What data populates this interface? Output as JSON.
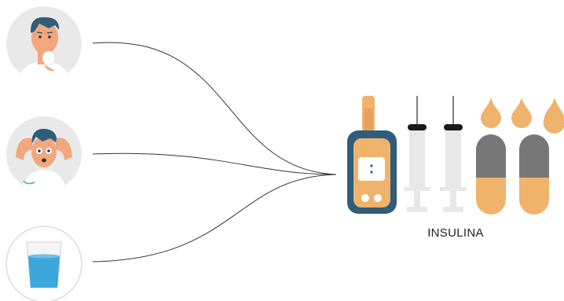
{
  "diagram": {
    "label": "INSULINA",
    "nodes": [
      {
        "id": "person-coughing",
        "icon": "sick-man-icon"
      },
      {
        "id": "person-stressed",
        "icon": "stressed-man-icon"
      },
      {
        "id": "water-glass",
        "icon": "water-glass-icon"
      }
    ],
    "target_icons": [
      "glucometer-icon",
      "syringe-icon",
      "syringe-icon",
      "insulin-capsule-icon",
      "insulin-capsule-icon",
      "insulin-drop-icon",
      "insulin-drop-icon",
      "insulin-drop-icon"
    ],
    "colors": {
      "skin": "#f2a77f",
      "hair": "#2f5d7a",
      "circle_bg": "#e9e9e9",
      "device": "#2f5d7a",
      "accent": "#f0b36b",
      "capsule_dark": "#777777",
      "water": "#3ba7dc",
      "syringe": "#e8e8e8",
      "line": "#333333"
    }
  }
}
